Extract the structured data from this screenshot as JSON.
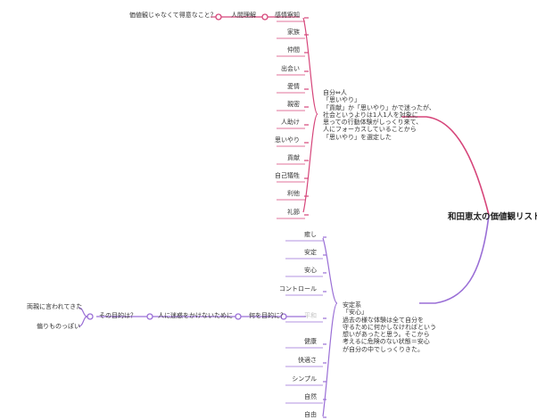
{
  "root": {
    "title": "和田恵太の価値観リスト"
  },
  "colors": {
    "pink_branch": "#d6457a",
    "purple_branch": "#9a6fd6"
  },
  "top_branch": {
    "note_lines": [
      "自分⇔人",
      "「思いやり」",
      "「貢献」か「思いやり」かで迷ったが、",
      "社会というよりは1人1人を対象に",
      "思っての行動体験がしっくり来て、",
      "人にフォーカスしていることから",
      "「思いやり」を選定した"
    ],
    "items": [
      "感情察知",
      "家族",
      "仲間",
      "出会い",
      "愛情",
      "親密",
      "人助け",
      "思いやり",
      "貢献",
      "自己犠牲",
      "利他",
      "礼節"
    ],
    "chain": [
      "人間理解",
      "価値観じゃなくて得意なこと？"
    ]
  },
  "bottom_branch": {
    "note_lines": [
      "安定系",
      "「安心」",
      "過去の様な体験は全て自分を",
      "守るために何かしなければという",
      "想いがあったと思う。そこから",
      "考えるに危険のない状態＝安心",
      "が自分の中でしっくりきた。"
    ],
    "items": [
      "癒し",
      "安定",
      "安心",
      "コントロール",
      "平和",
      "健康",
      "快適さ",
      "シンプル",
      "自然",
      "自由"
    ],
    "chain": [
      "何を目的に？",
      "人に迷惑をかけないために",
      "その目的は？"
    ],
    "leaves": [
      "両親に言われてきた",
      "偏りものっぽい"
    ]
  }
}
